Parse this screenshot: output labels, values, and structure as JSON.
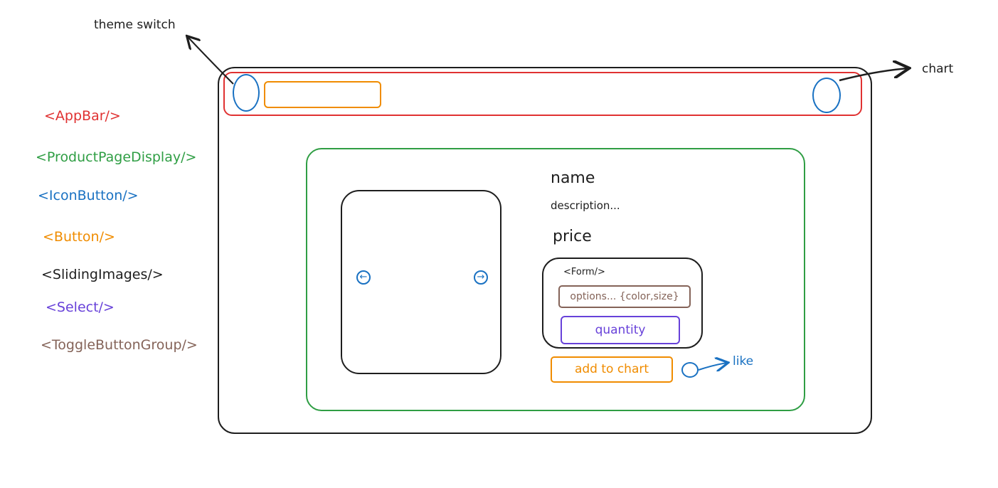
{
  "legend": {
    "appbar": "<AppBar/>",
    "product_page_display": "<ProductPageDisplay/>",
    "icon_button": "<IconButton/>",
    "button": "<Button/>",
    "sliding_images": "<SlidingImages/>",
    "select": "<Select/>",
    "toggle_button_group": "<ToggleButtonGroup/>"
  },
  "colors": {
    "appbar": "#e03131",
    "product_page_display": "#2f9e44",
    "icon_button": "#1971c2",
    "button": "#f08c00",
    "sliding_images": "#1e1e1e",
    "select": "#6741d9",
    "toggle_button_group": "#846358"
  },
  "annotations": {
    "theme_switch": "theme switch",
    "chart": "chart",
    "like": "like"
  },
  "product": {
    "name": "name",
    "description": "description...",
    "price": "price",
    "prev_icon": "arrow-left-icon",
    "next_icon": "arrow-right-icon",
    "form": {
      "label": "<Form/>",
      "options": "options... {color,size}",
      "quantity": "quantity"
    },
    "add_button": "add to chart"
  }
}
